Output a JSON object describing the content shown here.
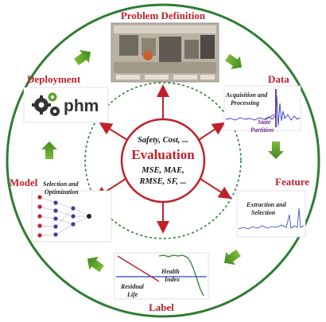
{
  "stages": {
    "problem_definition": "Problem Definition",
    "data": "Data",
    "feature": "Feature",
    "label": "Label",
    "model": "Model",
    "deployment": "Deployment"
  },
  "sub_labels": {
    "acquisition_line1": "Acquisition and",
    "acquisition_line2": "Processing",
    "state_line1": "State",
    "state_line2": "Partition",
    "extraction_line1": "Extraction and",
    "extraction_line2": "Selection",
    "residual_line1": "Residual",
    "residual_line2": "Life",
    "health_line1": "Health",
    "health_line2": "Index",
    "selection_line1": "Selection and",
    "selection_line2": "Optimization"
  },
  "evaluation": {
    "top_line": "Safety, Cost, ...",
    "title": "Evaluation",
    "metrics_line1": "MSE, MAE,",
    "metrics_line2": "RMSE, SF, ..."
  },
  "logo": {
    "text": "phm"
  },
  "colors": {
    "accent_red": "#c0202a",
    "ring_green": "#2e7d32",
    "arrow_green": "#5aa02c",
    "signal_blue": "#2a3fbf",
    "partition_purple": "#6a2a9a"
  }
}
